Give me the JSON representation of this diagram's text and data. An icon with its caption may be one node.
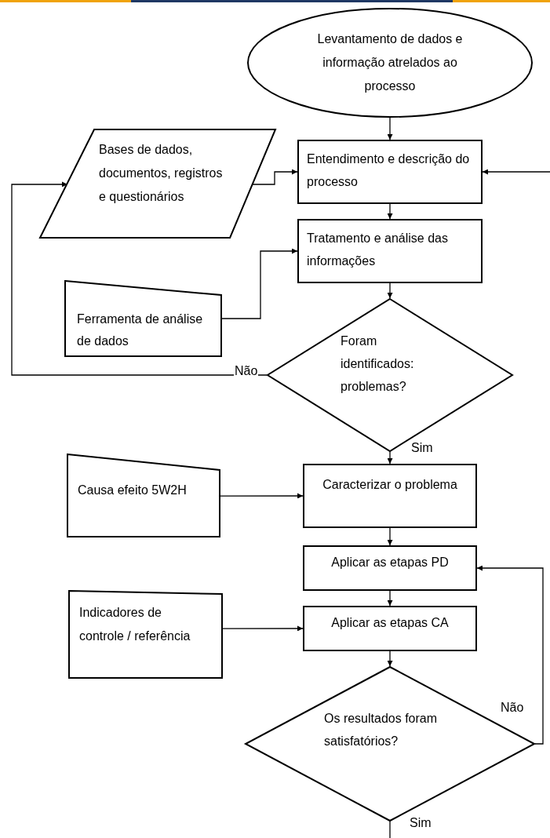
{
  "diagram": {
    "nodes": [
      {
        "text": [
          "Levantamento de dados e informação atrelados ao processo"
        ]
      },
      {
        "text": [
          "Bases de dados, documentos, registros e questionários"
        ]
      },
      {
        "text": [
          "Entendimento e descrição do processo"
        ]
      },
      {
        "text": [
          "Tratamento e análise das informações"
        ]
      },
      {
        "text": [
          "Ferramenta de análise de dados"
        ]
      },
      {
        "text": [
          "Foram identificados: problemas?"
        ]
      },
      {
        "text": [
          "Causa efeito 5W2H"
        ]
      },
      {
        "text": [
          "Caracterizar o problema"
        ]
      },
      {
        "text": [
          "Aplicar as etapas PD"
        ]
      },
      {
        "text": [
          "Aplicar as etapas CA"
        ]
      },
      {
        "text": [
          "Indicadores de controle / referência"
        ]
      },
      {
        "text": [
          "Os resultados foram satisfatórios?"
        ]
      }
    ],
    "edges": [
      {
        "from": 0,
        "to": 2,
        "arrow": "to"
      },
      {
        "from": 1,
        "to": 2,
        "arrow": "to"
      },
      {
        "from": null,
        "to": 2,
        "arrow": "to"
      },
      {
        "from": 2,
        "to": 3,
        "arrow": "to"
      },
      {
        "from": 4,
        "to": 3,
        "arrow": "to"
      },
      {
        "from": 3,
        "to": 5,
        "arrow": "to"
      },
      {
        "from": 5,
        "to": 1,
        "arrow": "to",
        "label": "Não"
      },
      {
        "from": 5,
        "to": 7,
        "arrow": "to",
        "label": "Sim"
      },
      {
        "from": 6,
        "to": 7,
        "arrow": "to"
      },
      {
        "from": 7,
        "to": 8,
        "arrow": "to"
      },
      {
        "from": 8,
        "to": 9,
        "arrow": "to"
      },
      {
        "from": 10,
        "to": 9,
        "arrow": "to"
      },
      {
        "from": 9,
        "to": 11,
        "arrow": "to"
      },
      {
        "from": 11,
        "to": 8,
        "arrow": "to",
        "label": "Não"
      },
      {
        "from": 11,
        "to": null,
        "arrow": "none",
        "label": "Sim"
      }
    ]
  }
}
